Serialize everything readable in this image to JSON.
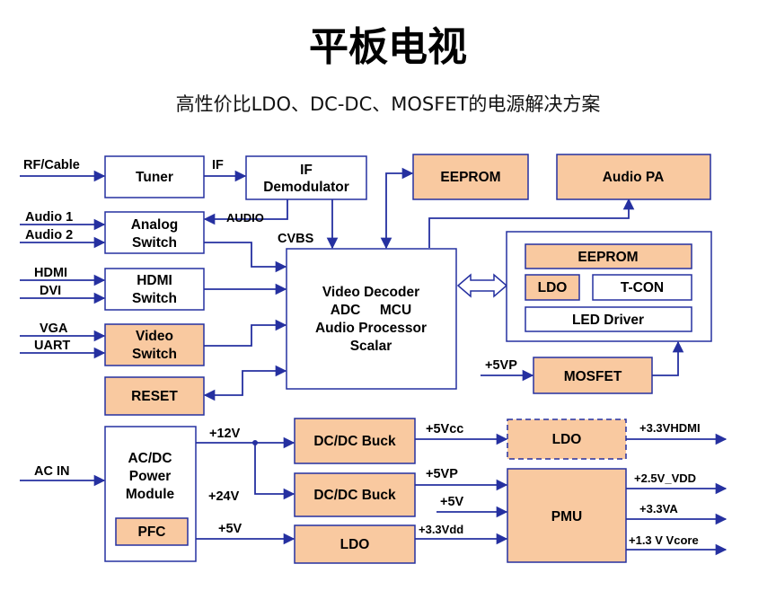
{
  "title": "平板电视",
  "subtitle": "高性价比LDO、DC-DC、MOSFET的电源解决方案",
  "colors": {
    "line": "#2530a0",
    "highlight_fill": "#f9c9a0",
    "box_fill": "#ffffff"
  },
  "blocks": {
    "tuner": "Tuner",
    "if_demod_1": "IF",
    "if_demod_2": "Demodulator",
    "eeprom_top": "EEPROM",
    "audio_pa": "Audio PA",
    "analog_switch_1": "Analog",
    "analog_switch_2": "Switch",
    "hdmi_switch_1": "HDMI",
    "hdmi_switch_2": "Switch",
    "video_switch_1": "Video",
    "video_switch_2": "Switch",
    "reset": "RESET",
    "soc_1": "Video Decoder",
    "soc_2": "ADC     MCU",
    "soc_3": "Audio Processor",
    "soc_4": "Scalar",
    "eeprom_panel": "EEPROM",
    "ldo_panel": "LDO",
    "tcon": "T-CON",
    "led_driver": "LED Driver",
    "mosfet": "MOSFET",
    "acdc_1": "AC/DC",
    "acdc_2": "Power",
    "acdc_3": "Module",
    "pfc": "PFC",
    "dcdc_buck_1": "DC/DC Buck",
    "dcdc_buck_2": "DC/DC Buck",
    "ldo_bottom": "LDO",
    "ldo_hdmi": "LDO",
    "pmu": "PMU"
  },
  "signals": {
    "rf_cable": "RF/Cable",
    "if": "IF",
    "audio": "AUDIO",
    "cvbs": "CVBS",
    "audio1": "Audio 1",
    "audio2": "Audio 2",
    "hdmi": "HDMI",
    "dvi": "DVI",
    "vga": "VGA",
    "uart": "UART",
    "v5vp_mosfet": "+5VP",
    "ac_in": "AC IN",
    "v12": "+12V",
    "v24": "+24V",
    "v5": "+5V",
    "v5vcc": "+5Vcc",
    "v5vp": "+5VP",
    "v5_pmu": "+5V",
    "v33vdd": "+3.3Vdd",
    "v33vhdmi": "+3.3VHDMI",
    "v25vdd": "+2.5V_VDD",
    "v33va": "+3.3VA",
    "v13vcore": "+1.3 V Vcore"
  }
}
